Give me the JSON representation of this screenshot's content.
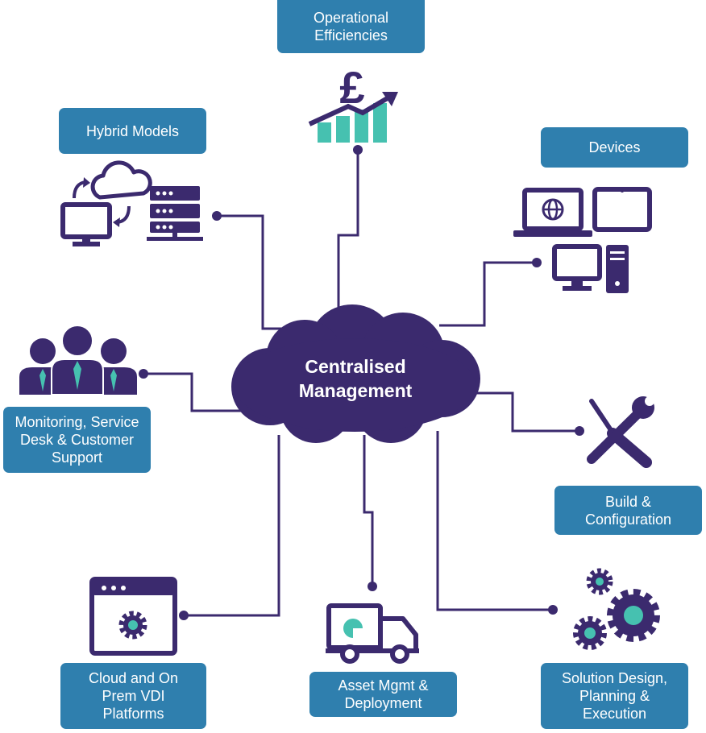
{
  "colors": {
    "primary": "#3b2a6e",
    "accent": "#46c1b0",
    "label_bg": "#2f7fae",
    "label_text": "#ffffff",
    "connector": "#3b2a6e"
  },
  "center": {
    "line1": "Centralised",
    "line2": "Management"
  },
  "nodes": {
    "operational": {
      "line1": "Operational",
      "line2": "Efficiencies",
      "icon": "pound-growth-chart-icon"
    },
    "hybrid": {
      "line1": "Hybrid Models",
      "icon": "cloud-server-sync-icon"
    },
    "devices": {
      "line1": "Devices",
      "icon": "devices-icon"
    },
    "monitoring": {
      "line1": "Monitoring, Service",
      "line2": "Desk & Customer",
      "line3": "Support",
      "icon": "support-team-icon"
    },
    "build": {
      "line1": "Build &",
      "line2": "Configuration",
      "icon": "tools-icon"
    },
    "cloud": {
      "line1": "Cloud and On",
      "line2": "Prem VDI",
      "line3": "Platforms",
      "icon": "browser-gear-icon"
    },
    "asset": {
      "line1": "Asset Mgmt &",
      "line2": "Deployment",
      "icon": "delivery-truck-icon"
    },
    "solution": {
      "line1": "Solution Design,",
      "line2": "Planning &",
      "line3": "Execution",
      "icon": "gears-icon"
    }
  }
}
